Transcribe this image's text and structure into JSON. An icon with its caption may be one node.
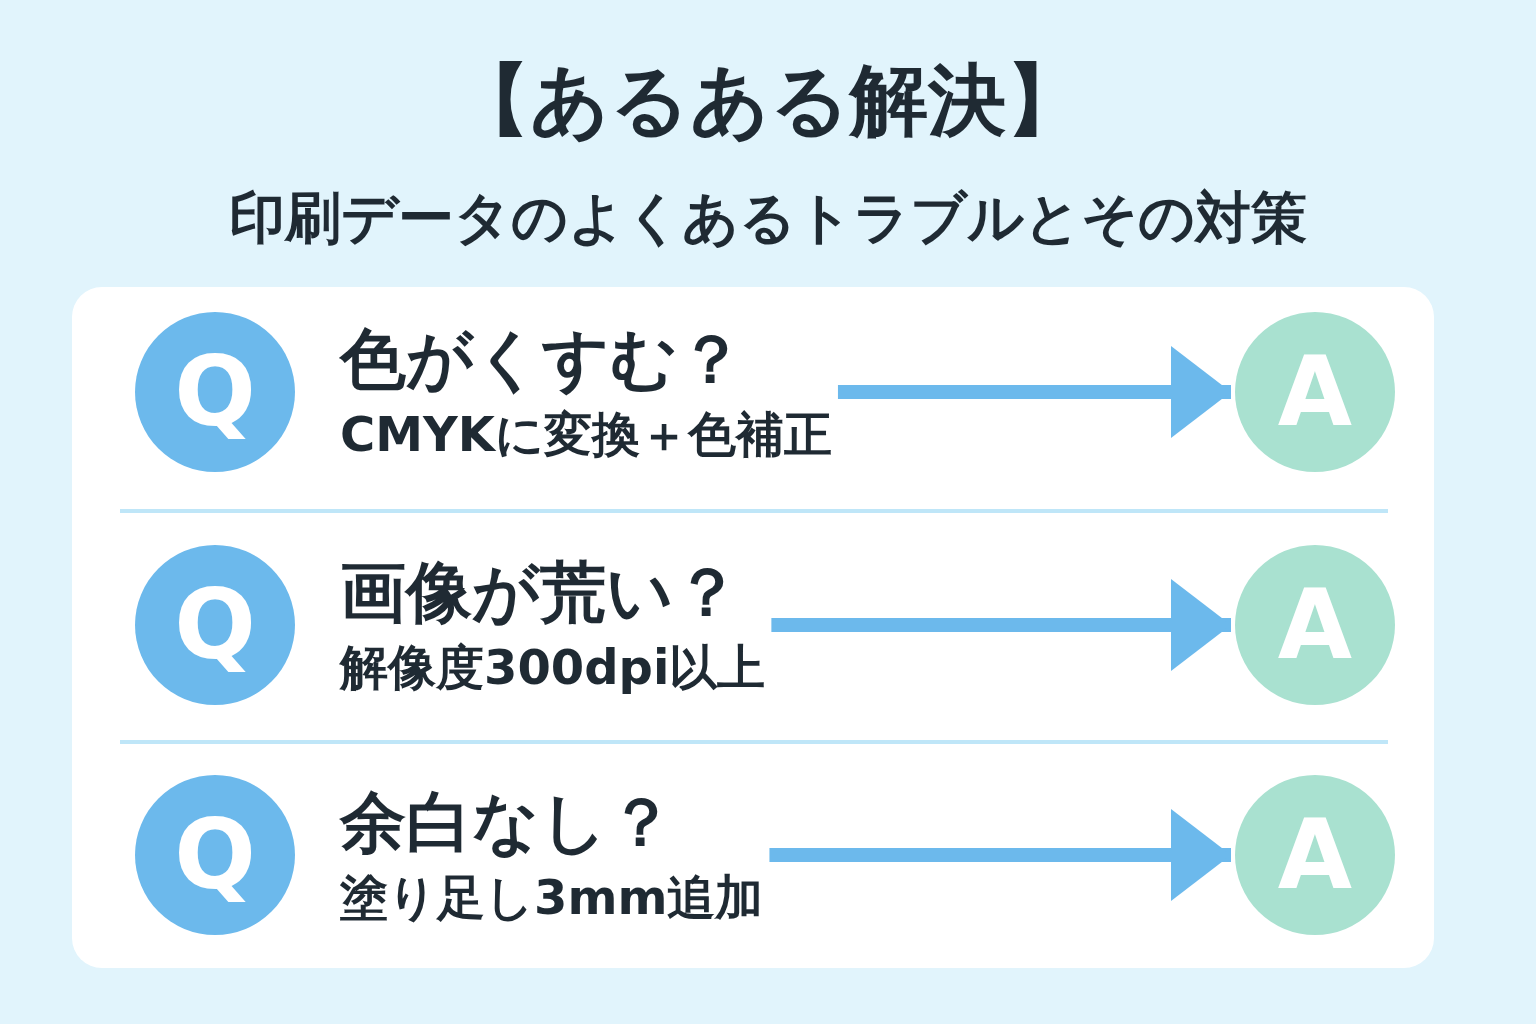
{
  "diagram": {
    "title": "【あるある解決】",
    "nodes": [
      {
        "text": [
          "Q"
        ]
      },
      {
        "text": [
          "色がくすむ？",
          "CMYKに変換＋色補正"
        ]
      },
      {
        "text": [
          "A"
        ]
      },
      {
        "text": [
          "Q"
        ]
      },
      {
        "text": [
          "画像が荒い？",
          "解像度300dpi以上"
        ]
      },
      {
        "text": [
          "A"
        ]
      },
      {
        "text": [
          "Q"
        ]
      },
      {
        "text": [
          "余白なし？",
          "塗り足し3mm追加"
        ]
      },
      {
        "text": [
          "A"
        ]
      }
    ],
    "edges": [
      {
        "from": 1,
        "to": 2,
        "arrow": "to"
      },
      {
        "from": 4,
        "to": 5,
        "arrow": "to"
      },
      {
        "from": 7,
        "to": 8,
        "arrow": "to"
      }
    ],
    "labels": [
      "印刷データのよくあるトラブルとその対策"
    ]
  }
}
